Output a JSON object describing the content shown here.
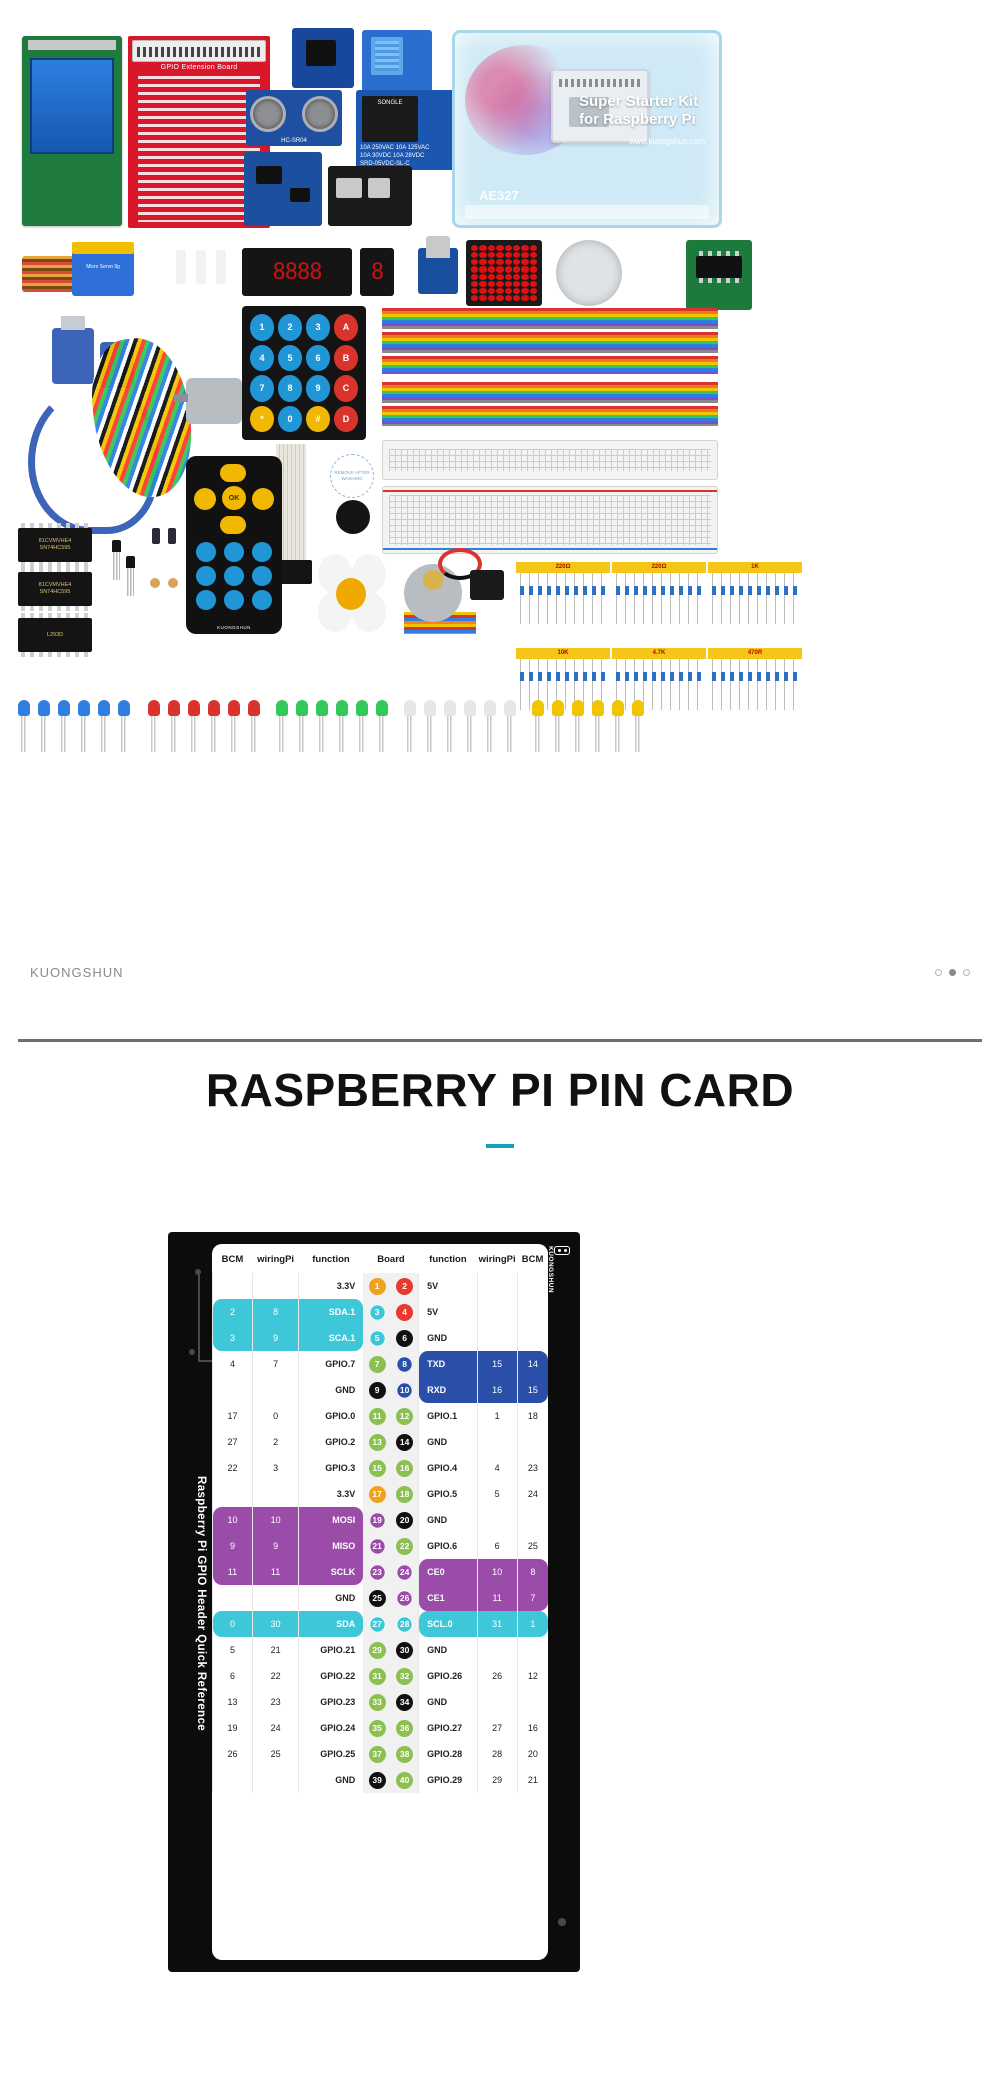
{
  "photo_panel": {
    "brand": "KUONGSHUN",
    "dots": [
      "inactive",
      "active",
      "inactive"
    ],
    "labels": {
      "gpio_extension_board": "GPIO Extension Board",
      "ultrasonic": "HC-SR04",
      "relay_brand": "SONGLE",
      "relay_spec1": "10A 250VAC  10A 125VAC",
      "relay_spec2": "10A  30VDC  10A  28VDC",
      "relay_model": "SRD-05VDC-SL-C",
      "case_title": "Super Starter Kit for Raspberry Pi",
      "case_url": "www.kuongshun.com",
      "case_code": "AE327",
      "servo_label": "Micro Servo 9g",
      "ic1_line1": "81CVMVHE4",
      "ic1_line2": "SN74HC595",
      "ic2_line1": "81CVMVHE4",
      "ic2_line2": "SN74HC595",
      "ic3_line1": "L293D",
      "remote_ok": "OK",
      "remote_brand": "KUONGSHUN",
      "seg4_digits": "8888",
      "seg1_digits": "8"
    },
    "keypad": {
      "keys": [
        {
          "label": "1",
          "color": "blue"
        },
        {
          "label": "2",
          "color": "blue"
        },
        {
          "label": "3",
          "color": "blue"
        },
        {
          "label": "A",
          "color": "red"
        },
        {
          "label": "4",
          "color": "blue"
        },
        {
          "label": "5",
          "color": "blue"
        },
        {
          "label": "6",
          "color": "blue"
        },
        {
          "label": "B",
          "color": "red"
        },
        {
          "label": "7",
          "color": "blue"
        },
        {
          "label": "8",
          "color": "blue"
        },
        {
          "label": "9",
          "color": "blue"
        },
        {
          "label": "C",
          "color": "red"
        },
        {
          "label": "*",
          "color": "yellow"
        },
        {
          "label": "0",
          "color": "blue"
        },
        {
          "label": "#",
          "color": "yellow"
        },
        {
          "label": "D",
          "color": "red"
        }
      ]
    },
    "resistor_packs": [
      {
        "value": "220Ω"
      },
      {
        "value": "220Ω"
      },
      {
        "value": "1K"
      },
      {
        "value": "10K"
      },
      {
        "value": "4.7K"
      },
      {
        "value": "470R"
      }
    ],
    "remove_badge": "REMOVE AFTER WASHING"
  },
  "section_title": {
    "heading": "RASPBERRY PI PIN CARD"
  },
  "pin_card": {
    "side_text": "Raspberry Pi GPIO Header Quick Reference",
    "logo_text": "KUONGSHUN",
    "headers": [
      "BCM",
      "wiringPi",
      "function",
      "Board",
      "function",
      "wiringPi",
      "BCM"
    ],
    "colors": {
      "orange": "#f0a21e",
      "red": "#e8392e",
      "black": "#111111",
      "green": "#8cc152",
      "cyan": "#3ec6d9",
      "purple": "#9b4ba8",
      "blue": "#2a4fa8",
      "green_text": "#5bab2e",
      "card_bg": "#0c0c0c",
      "accent": "#12a2b8"
    },
    "rows": [
      {
        "bcm": "",
        "wp": "",
        "fn": "3.3V",
        "fn_color": "orange",
        "board_l": "1",
        "board_l_color": "orange",
        "board_l_ring": false,
        "board_r": "2",
        "board_r_color": "red",
        "board_r_ring": false,
        "fn2": "5V",
        "fn2_color": "red",
        "wp2": "",
        "bcm2": "",
        "highlight": ""
      },
      {
        "bcm": "2",
        "wp": "8",
        "fn": "SDA.1",
        "fn_color": "white",
        "board_l": "3",
        "board_l_color": "cyan",
        "board_l_ring": true,
        "board_r": "4",
        "board_r_color": "red",
        "board_r_ring": false,
        "fn2": "5V",
        "fn2_color": "red",
        "wp2": "",
        "bcm2": "",
        "highlight": "cyan-left"
      },
      {
        "bcm": "3",
        "wp": "9",
        "fn": "SCA.1",
        "fn_color": "white",
        "board_l": "5",
        "board_l_color": "cyan",
        "board_l_ring": true,
        "board_r": "6",
        "board_r_color": "black",
        "board_r_ring": false,
        "fn2": "GND",
        "fn2_color": "black",
        "wp2": "",
        "bcm2": "",
        "highlight": "cyan-left"
      },
      {
        "bcm": "4",
        "wp": "7",
        "fn": "GPIO.7",
        "fn_color": "green",
        "board_l": "7",
        "board_l_color": "green",
        "board_l_ring": false,
        "board_r": "8",
        "board_r_color": "blue",
        "board_r_ring": true,
        "fn2": "TXD",
        "fn2_color": "white",
        "wp2": "15",
        "bcm2": "14",
        "highlight": "blue-right"
      },
      {
        "bcm": "",
        "wp": "",
        "fn": "GND",
        "fn_color": "black",
        "board_l": "9",
        "board_l_color": "black",
        "board_l_ring": false,
        "board_r": "10",
        "board_r_color": "blue",
        "board_r_ring": true,
        "fn2": "RXD",
        "fn2_color": "white",
        "wp2": "16",
        "bcm2": "15",
        "highlight": "blue-right"
      },
      {
        "bcm": "17",
        "wp": "0",
        "fn": "GPIO.0",
        "fn_color": "green",
        "board_l": "11",
        "board_l_color": "green",
        "board_l_ring": false,
        "board_r": "12",
        "board_r_color": "green",
        "board_r_ring": false,
        "fn2": "GPIO.1",
        "fn2_color": "green",
        "wp2": "1",
        "bcm2": "18",
        "highlight": ""
      },
      {
        "bcm": "27",
        "wp": "2",
        "fn": "GPIO.2",
        "fn_color": "green",
        "board_l": "13",
        "board_l_color": "green",
        "board_l_ring": false,
        "board_r": "14",
        "board_r_color": "black",
        "board_r_ring": false,
        "fn2": "GND",
        "fn2_color": "black",
        "wp2": "",
        "bcm2": "",
        "highlight": ""
      },
      {
        "bcm": "22",
        "wp": "3",
        "fn": "GPIO.3",
        "fn_color": "green",
        "board_l": "15",
        "board_l_color": "green",
        "board_l_ring": false,
        "board_r": "16",
        "board_r_color": "green",
        "board_r_ring": false,
        "fn2": "GPIO.4",
        "fn2_color": "green",
        "wp2": "4",
        "bcm2": "23",
        "highlight": ""
      },
      {
        "bcm": "",
        "wp": "",
        "fn": "3.3V",
        "fn_color": "orange",
        "board_l": "17",
        "board_l_color": "orange",
        "board_l_ring": false,
        "board_r": "18",
        "board_r_color": "green",
        "board_r_ring": false,
        "fn2": "GPIO.5",
        "fn2_color": "green",
        "wp2": "5",
        "bcm2": "24",
        "highlight": ""
      },
      {
        "bcm": "10",
        "wp": "10",
        "fn": "MOSI",
        "fn_color": "white",
        "board_l": "19",
        "board_l_color": "purple",
        "board_l_ring": true,
        "board_r": "20",
        "board_r_color": "black",
        "board_r_ring": false,
        "fn2": "GND",
        "fn2_color": "black",
        "wp2": "",
        "bcm2": "",
        "highlight": "purple-left"
      },
      {
        "bcm": "9",
        "wp": "9",
        "fn": "MISO",
        "fn_color": "white",
        "board_l": "21",
        "board_l_color": "purple",
        "board_l_ring": true,
        "board_r": "22",
        "board_r_color": "green",
        "board_r_ring": false,
        "fn2": "GPIO.6",
        "fn2_color": "green",
        "wp2": "6",
        "bcm2": "25",
        "highlight": "purple-left"
      },
      {
        "bcm": "11",
        "wp": "11",
        "fn": "SCLK",
        "fn_color": "white",
        "board_l": "23",
        "board_l_color": "purple",
        "board_l_ring": true,
        "board_r": "24",
        "board_r_color": "purple",
        "board_r_ring": true,
        "fn2": "CE0",
        "fn2_color": "white",
        "wp2": "10",
        "bcm2": "8",
        "highlight": "purple-both"
      },
      {
        "bcm": "",
        "wp": "",
        "fn": "GND",
        "fn_color": "black",
        "board_l": "25",
        "board_l_color": "black",
        "board_l_ring": false,
        "board_r": "26",
        "board_r_color": "purple",
        "board_r_ring": true,
        "fn2": "CE1",
        "fn2_color": "white",
        "wp2": "11",
        "bcm2": "7",
        "highlight": "purple-right"
      },
      {
        "bcm": "0",
        "wp": "30",
        "fn": "SDA",
        "fn_color": "white",
        "board_l": "27",
        "board_l_color": "cyan",
        "board_l_ring": true,
        "board_r": "28",
        "board_r_color": "cyan",
        "board_r_ring": true,
        "fn2": "SCL.0",
        "fn2_color": "white",
        "wp2": "31",
        "bcm2": "1",
        "highlight": "cyan-both"
      },
      {
        "bcm": "5",
        "wp": "21",
        "fn": "GPIO.21",
        "fn_color": "green",
        "board_l": "29",
        "board_l_color": "green",
        "board_l_ring": false,
        "board_r": "30",
        "board_r_color": "black",
        "board_r_ring": false,
        "fn2": "GND",
        "fn2_color": "black",
        "wp2": "",
        "bcm2": "",
        "highlight": ""
      },
      {
        "bcm": "6",
        "wp": "22",
        "fn": "GPIO.22",
        "fn_color": "green",
        "board_l": "31",
        "board_l_color": "green",
        "board_l_ring": false,
        "board_r": "32",
        "board_r_color": "green",
        "board_r_ring": false,
        "fn2": "GPIO.26",
        "fn2_color": "green",
        "wp2": "26",
        "bcm2": "12",
        "highlight": ""
      },
      {
        "bcm": "13",
        "wp": "23",
        "fn": "GPIO.23",
        "fn_color": "green",
        "board_l": "33",
        "board_l_color": "green",
        "board_l_ring": false,
        "board_r": "34",
        "board_r_color": "black",
        "board_r_ring": false,
        "fn2": "GND",
        "fn2_color": "black",
        "wp2": "",
        "bcm2": "",
        "highlight": ""
      },
      {
        "bcm": "19",
        "wp": "24",
        "fn": "GPIO.24",
        "fn_color": "green",
        "board_l": "35",
        "board_l_color": "green",
        "board_l_ring": false,
        "board_r": "36",
        "board_r_color": "green",
        "board_r_ring": false,
        "fn2": "GPIO.27",
        "fn2_color": "green",
        "wp2": "27",
        "bcm2": "16",
        "highlight": ""
      },
      {
        "bcm": "26",
        "wp": "25",
        "fn": "GPIO.25",
        "fn_color": "green",
        "board_l": "37",
        "board_l_color": "green",
        "board_l_ring": false,
        "board_r": "38",
        "board_r_color": "green",
        "board_r_ring": false,
        "fn2": "GPIO.28",
        "fn2_color": "green",
        "wp2": "28",
        "bcm2": "20",
        "highlight": ""
      },
      {
        "bcm": "",
        "wp": "",
        "fn": "GND",
        "fn_color": "black",
        "board_l": "39",
        "board_l_color": "black",
        "board_l_ring": false,
        "board_r": "40",
        "board_r_color": "green",
        "board_r_ring": false,
        "fn2": "GPIO.29",
        "fn2_color": "green",
        "wp2": "29",
        "bcm2": "21",
        "highlight": ""
      }
    ]
  }
}
